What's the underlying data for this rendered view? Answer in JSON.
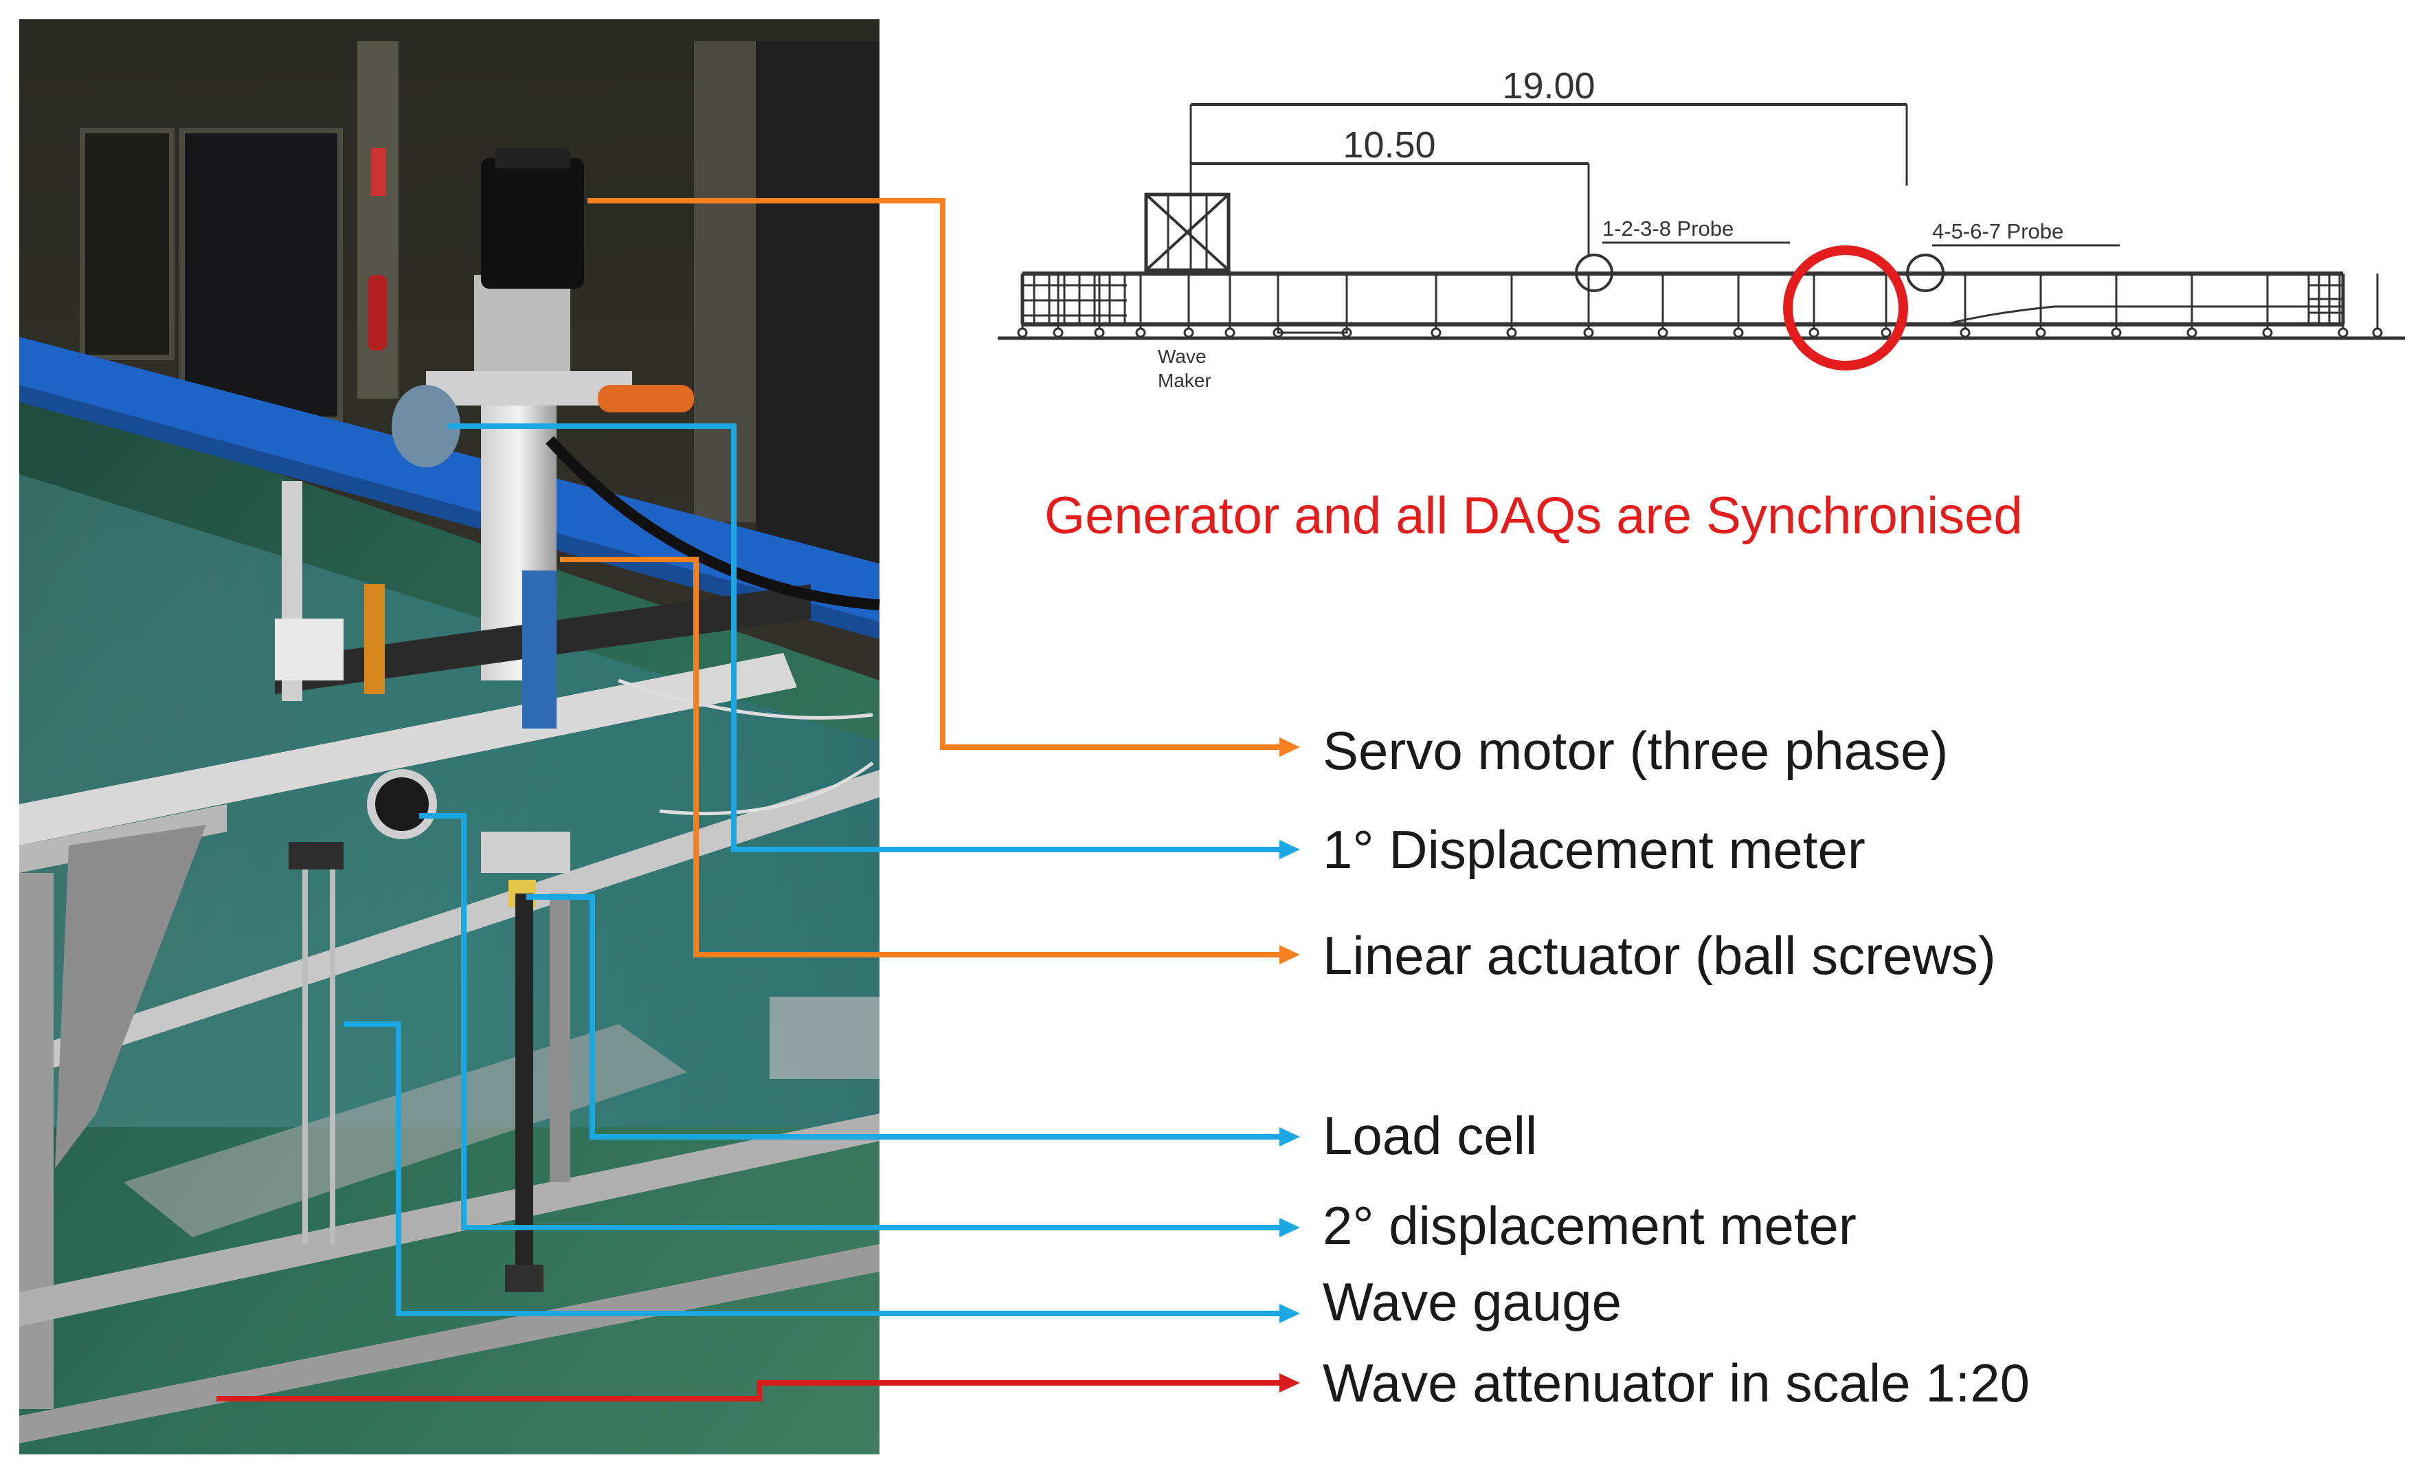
{
  "colors": {
    "orange": "#f7801e",
    "blue": "#1aa7e3",
    "red": "#d91c1c",
    "drawing": "#333333"
  },
  "photo": {
    "description_icon": "wave-flume-photo-icon"
  },
  "schematic": {
    "dim_long": "19.00",
    "dim_short": "10.50",
    "probe_group_1": "1-2-3-8  Probe",
    "probe_group_2": "4-5-6-7 Probe",
    "wavemaker_line1": "Wave",
    "wavemaker_line2": "Maker"
  },
  "banner": {
    "text": "Generator and all DAQs are Synchronised",
    "color": "#e51c1c"
  },
  "callouts": [
    {
      "label": "Servo motor (three phase)",
      "color": "orange"
    },
    {
      "label": "1° Displacement  meter",
      "color": "blue"
    },
    {
      "label": "Linear actuator (ball screws)",
      "color": "orange"
    },
    {
      "label": "Load cell",
      "color": "blue"
    },
    {
      "label": "2° displacement meter",
      "color": "blue"
    },
    {
      "label": "Wave gauge",
      "color": "blue"
    },
    {
      "label": "Wave attenuator in scale 1:20",
      "color": "red"
    }
  ]
}
